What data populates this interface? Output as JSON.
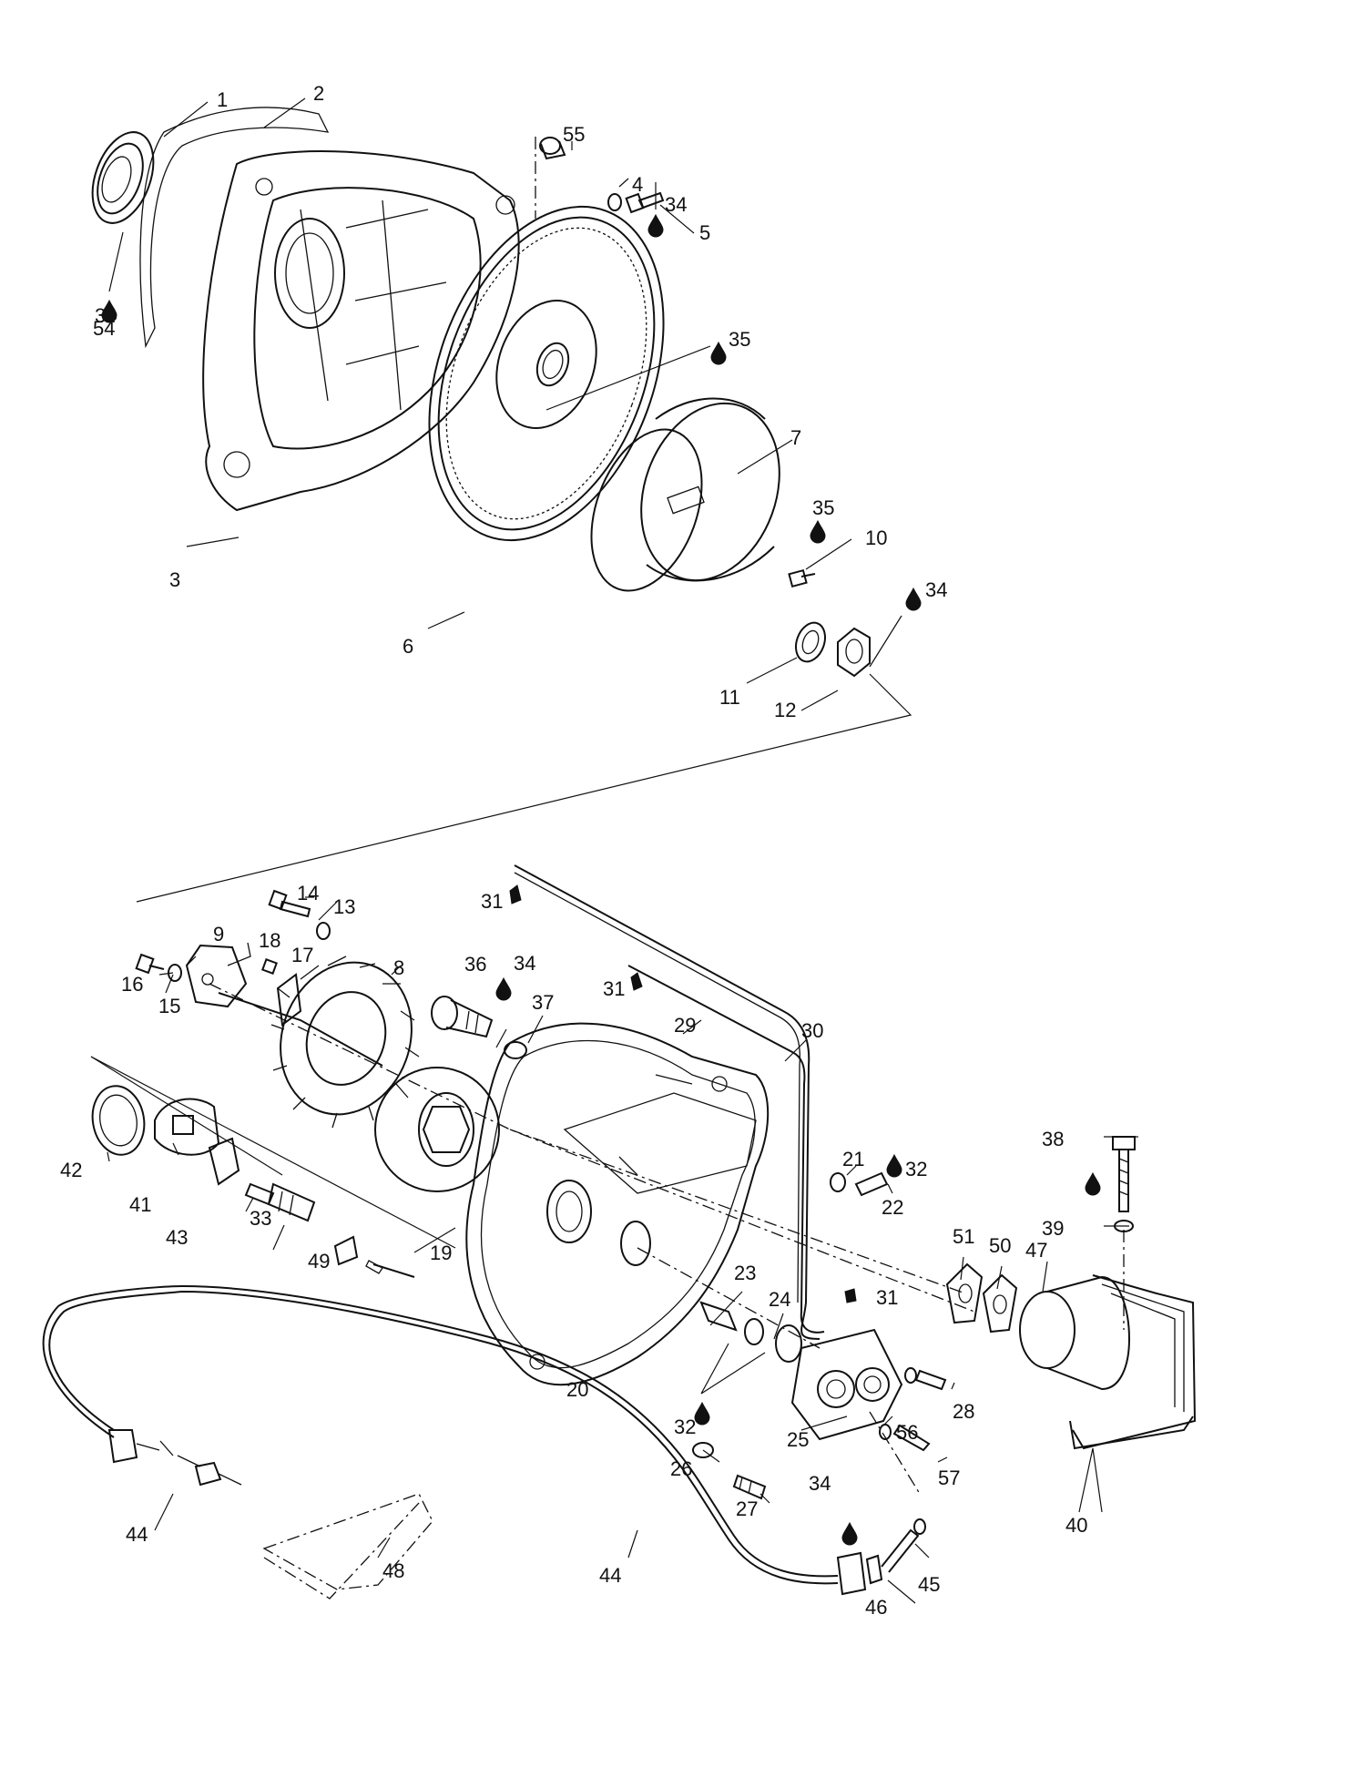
{
  "callouts": [
    {
      "num": "1"
    },
    {
      "num": "2"
    },
    {
      "num": "3"
    },
    {
      "num": "4"
    },
    {
      "num": "5"
    },
    {
      "num": "6"
    },
    {
      "num": "7"
    },
    {
      "num": "8"
    },
    {
      "num": "9"
    },
    {
      "num": "10"
    },
    {
      "num": "11"
    },
    {
      "num": "12"
    },
    {
      "num": "13"
    },
    {
      "num": "14"
    },
    {
      "num": "15"
    },
    {
      "num": "16"
    },
    {
      "num": "17"
    },
    {
      "num": "18"
    },
    {
      "num": "19"
    },
    {
      "num": "20"
    },
    {
      "num": "21"
    },
    {
      "num": "22"
    },
    {
      "num": "23"
    },
    {
      "num": "24"
    },
    {
      "num": "25"
    },
    {
      "num": "26"
    },
    {
      "num": "27"
    },
    {
      "num": "28"
    },
    {
      "num": "29"
    },
    {
      "num": "30"
    },
    {
      "num": "31"
    },
    {
      "num": "31"
    },
    {
      "num": "31"
    },
    {
      "num": "32"
    },
    {
      "num": "32"
    },
    {
      "num": "33"
    },
    {
      "num": "34"
    },
    {
      "num": "34"
    },
    {
      "num": "34"
    },
    {
      "num": "34"
    },
    {
      "num": "34"
    },
    {
      "num": "35"
    },
    {
      "num": "35"
    },
    {
      "num": "36"
    },
    {
      "num": "37"
    },
    {
      "num": "38"
    },
    {
      "num": "39"
    },
    {
      "num": "40"
    },
    {
      "num": "41"
    },
    {
      "num": "42"
    },
    {
      "num": "43"
    },
    {
      "num": "44"
    },
    {
      "num": "44"
    },
    {
      "num": "45"
    },
    {
      "num": "46"
    },
    {
      "num": "47"
    },
    {
      "num": "48"
    },
    {
      "num": "49"
    },
    {
      "num": "50"
    },
    {
      "num": "51"
    },
    {
      "num": "54"
    },
    {
      "num": "55"
    },
    {
      "num": "56"
    },
    {
      "num": "57"
    }
  ],
  "lubricant_icon": "oil-drop-icon"
}
